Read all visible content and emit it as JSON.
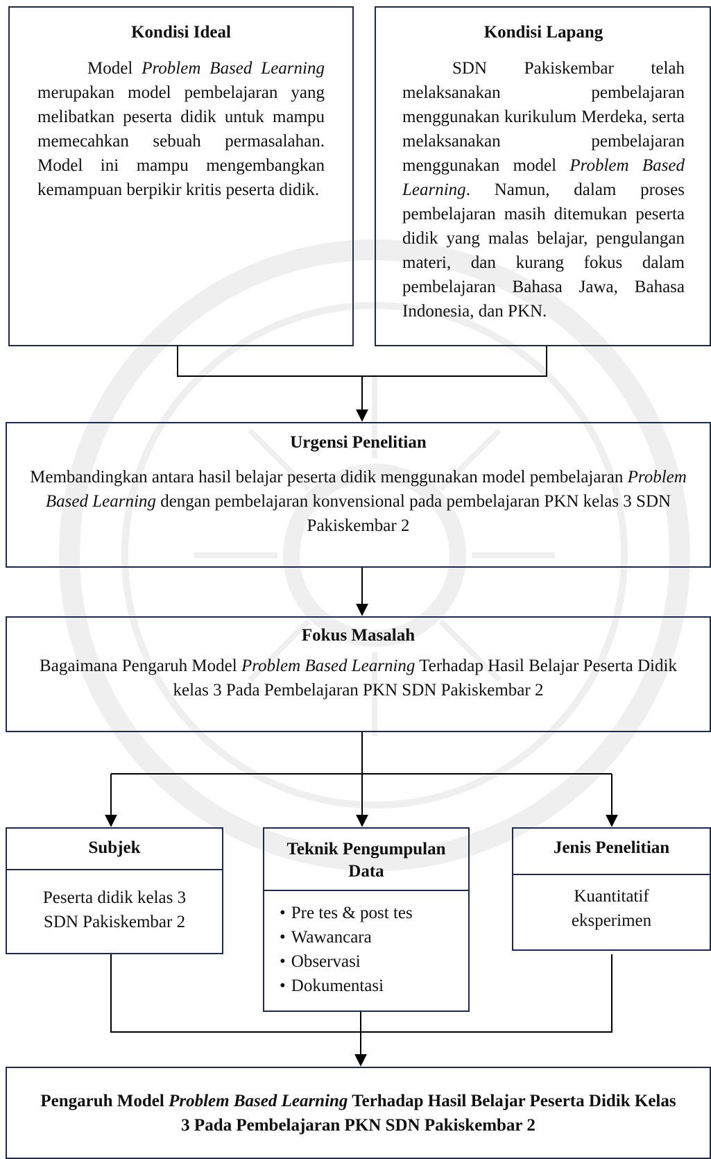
{
  "ideal": {
    "title": "Kondisi Ideal",
    "parts": [
      {
        "text": "Model ",
        "italic": false
      },
      {
        "text": "Problem Based Learning",
        "italic": true
      },
      {
        "text": " merupakan model pembelajaran yang melibatkan peserta didik untuk mampu memecahkan sebuah permasalahan. Model ini mampu mengembangkan kemampuan berpikir kritis peserta didik.",
        "italic": false
      }
    ]
  },
  "lapang": {
    "title": "Kondisi Lapang",
    "parts": [
      {
        "text": "SDN Pakiskembar telah melaksanakan pembelajaran menggunakan kurikulum Merdeka, serta melaksanakan pembelajaran menggunakan model ",
        "italic": false
      },
      {
        "text": "Problem Based Learning",
        "italic": true
      },
      {
        "text": ". Namun, dalam proses pembelajaran masih ditemukan peserta didik yang malas belajar, pengulangan materi, dan kurang fokus dalam pembelajaran Bahasa Jawa, Bahasa Indonesia, dan PKN.",
        "italic": false
      }
    ]
  },
  "urgensi": {
    "title": "Urgensi Penelitian",
    "parts": [
      {
        "text": "Membandingkan antara hasil belajar peserta didik menggunakan model pembelajaran ",
        "italic": false
      },
      {
        "text": "Problem Based Learning",
        "italic": true
      },
      {
        "text": " dengan pembelajaran konvensional pada pembelajaran PKN kelas 3 SDN Pakiskembar 2",
        "italic": false
      }
    ]
  },
  "fokus": {
    "title": "Fokus Masalah",
    "parts": [
      {
        "text": "Bagaimana Pengaruh Model ",
        "italic": false
      },
      {
        "text": "Problem Based Learning",
        "italic": true
      },
      {
        "text": " Terhadap Hasil Belajar Peserta Didik kelas 3 Pada Pembelajaran PKN SDN Pakiskembar 2",
        "italic": false
      }
    ]
  },
  "subjek": {
    "title": "Subjek",
    "body": "Peserta didik kelas 3 SDN Pakiskembar 2"
  },
  "teknik": {
    "title": "Teknik Pengumpulan Data",
    "items": [
      "Pre tes & post tes",
      "Wawancara",
      "Observasi",
      "Dokumentasi"
    ]
  },
  "jenis": {
    "title": "Jenis Penelitian",
    "body": "Kuantitatif eksperimen"
  },
  "hasil": {
    "parts": [
      {
        "text": "Pengaruh Model ",
        "italic": false
      },
      {
        "text": "Problem Based Learning",
        "italic": true
      },
      {
        "text": " Terhadap Hasil Belajar Peserta Didik Kelas 3 Pada Pembelajaran PKN SDN Pakiskembar 2",
        "italic": false
      }
    ]
  },
  "colors": {
    "border": "#1d2b4a",
    "watermark": "#555555"
  }
}
